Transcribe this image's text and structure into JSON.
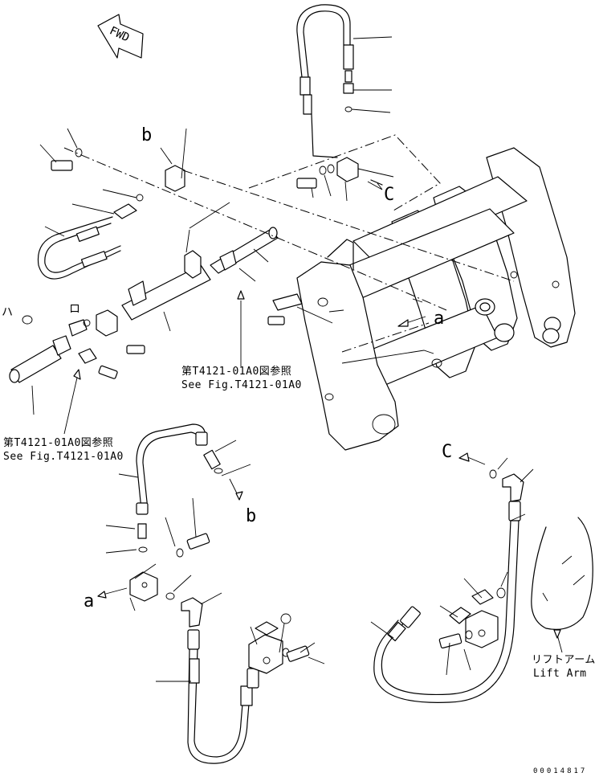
{
  "callouts": {
    "a_main": "a",
    "a_lower": "a",
    "b_upper": "b",
    "b_lower": "b",
    "c_upper": "C",
    "c_lower": "C",
    "ha": "ハ",
    "ro": "ロ"
  },
  "references": {
    "upper_ja": "第T4121-01A0図参照",
    "upper_en": "See Fig.T4121-01A0",
    "left_ja": "第T4121-01A0図参照",
    "left_en": "See Fig.T4121-01A0"
  },
  "lift_arm": {
    "label_ja": "リフトアーム",
    "label_en": "Lift Arm"
  },
  "fwd_label": "FWD",
  "doc_number": "00014817"
}
